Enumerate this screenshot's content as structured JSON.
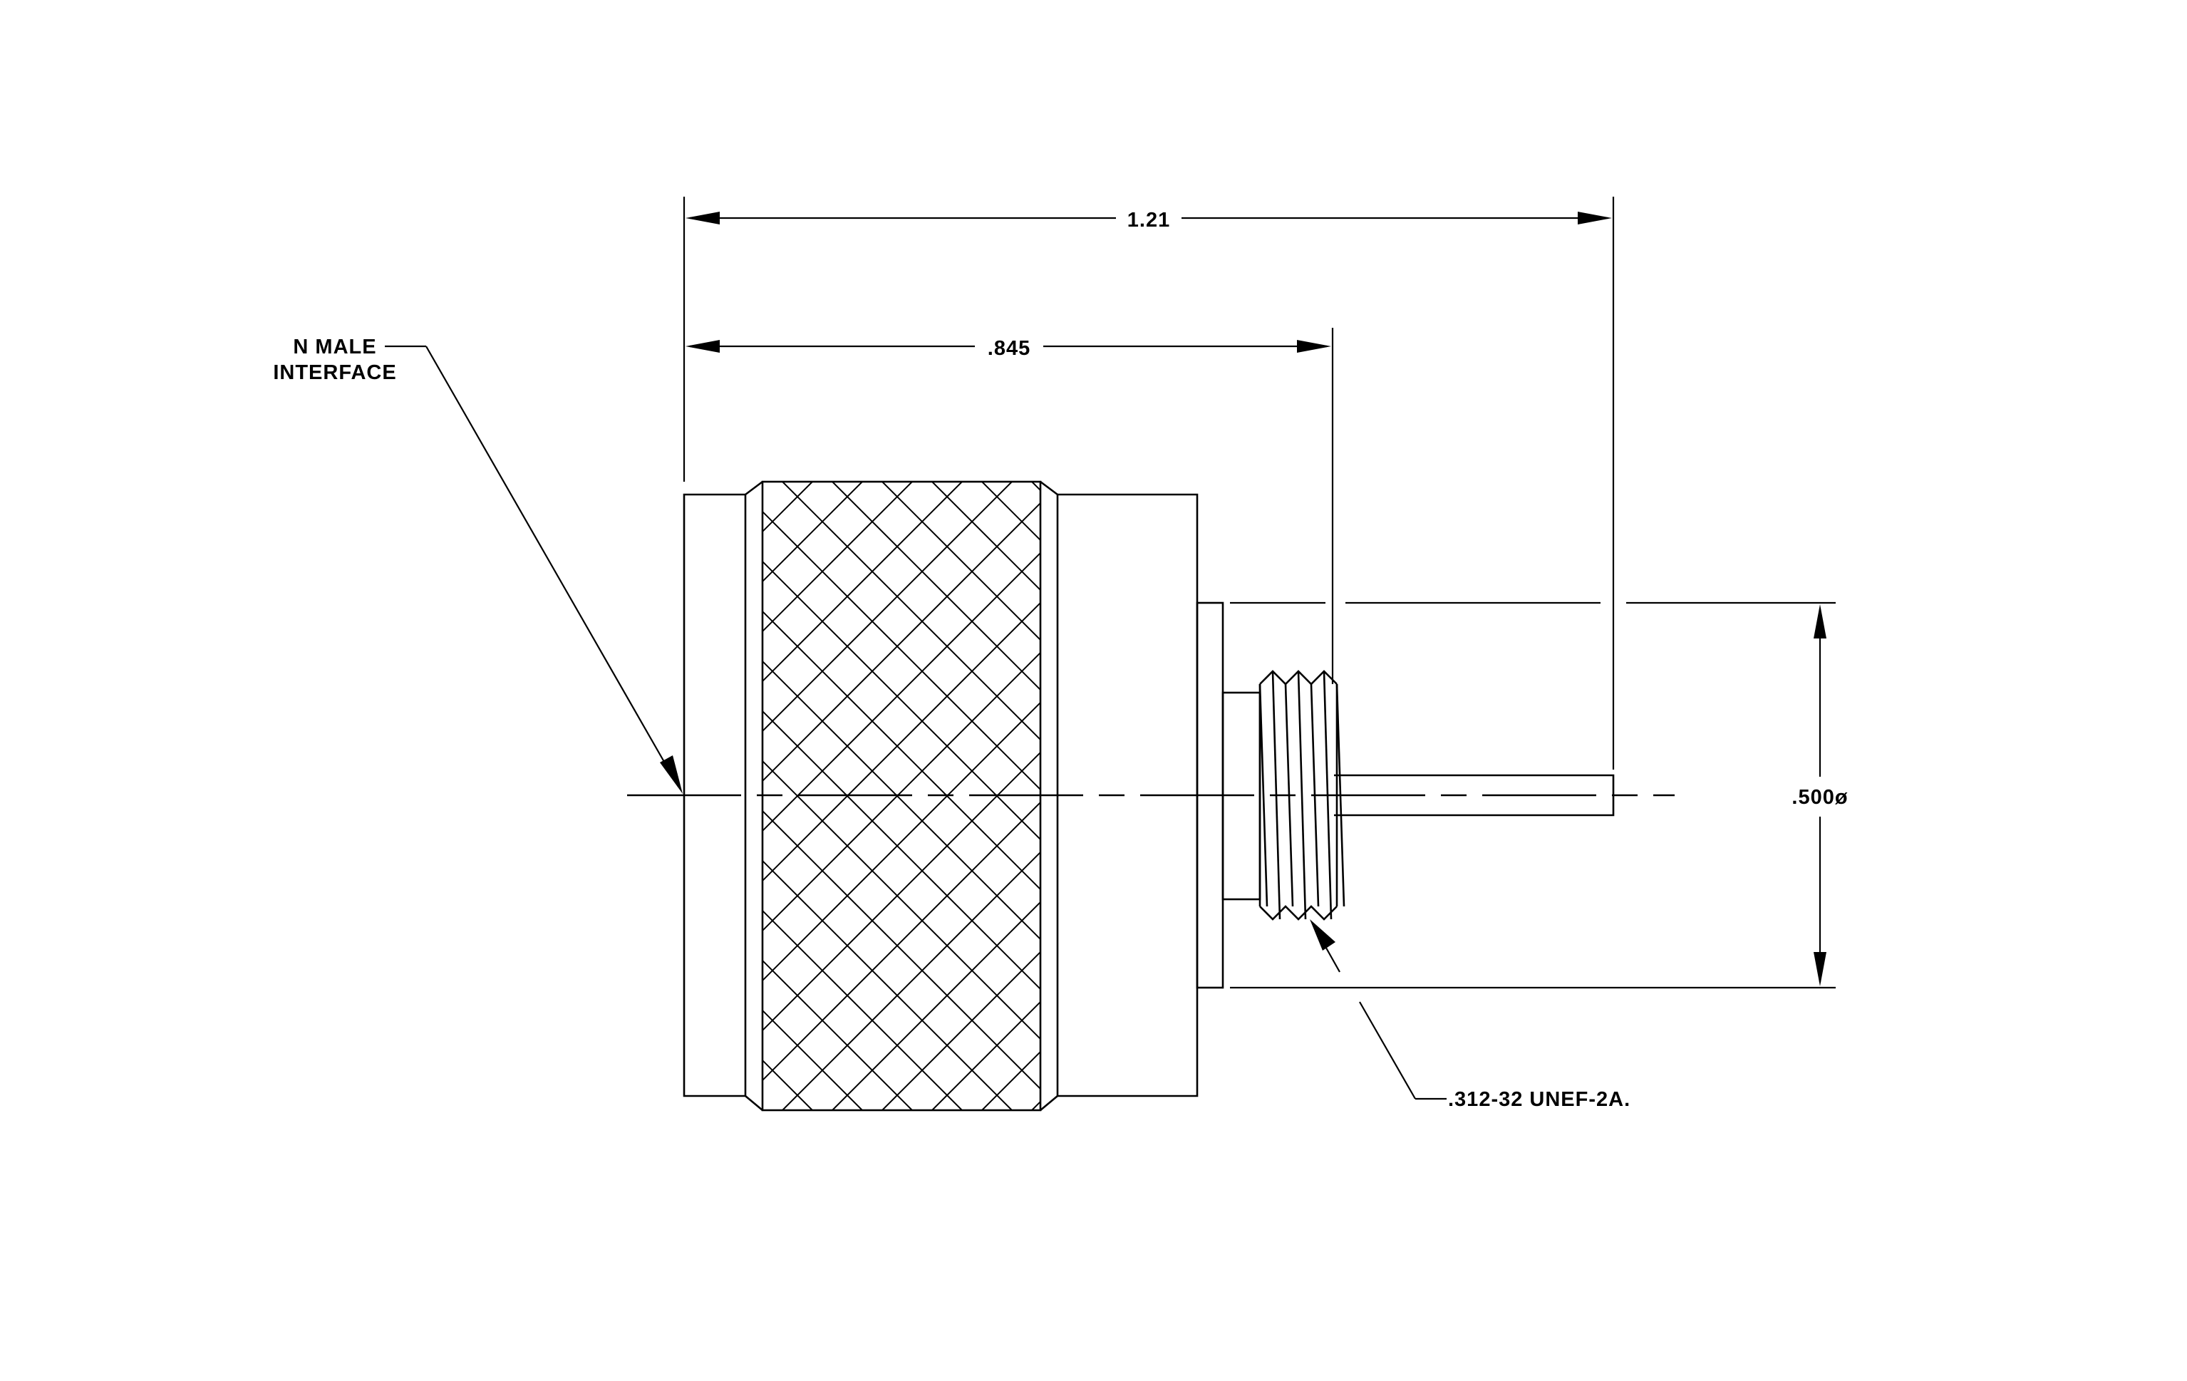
{
  "diagram": {
    "dimensions": {
      "overall_length": "1.21",
      "body_length": ".845",
      "diameter": ".500ø"
    },
    "callouts": {
      "interface_line1": "N MALE",
      "interface_line2": "INTERFACE",
      "thread_spec": ".312-32 UNEF-2A."
    },
    "stroke_color": "#000000",
    "background_color": "#ffffff"
  }
}
